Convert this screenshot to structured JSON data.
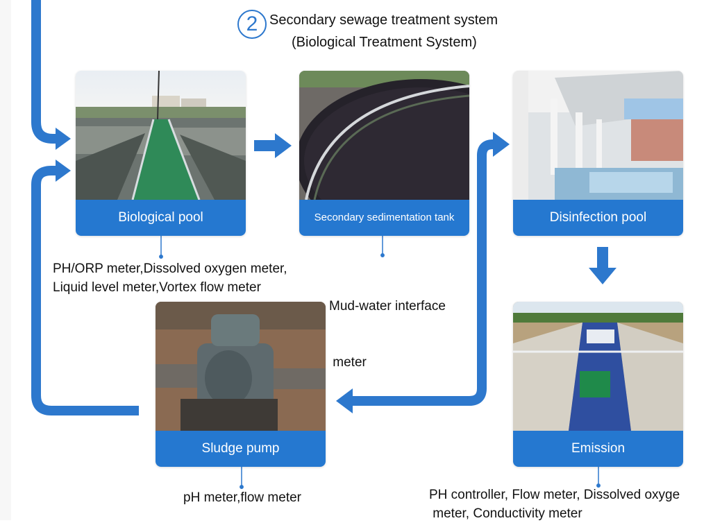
{
  "title": {
    "step_number": "2",
    "line1": "Secondary sewage treatment system",
    "line2": "(Biological Treatment System)"
  },
  "colors": {
    "primary_blue": "#2578d0",
    "arrow_blue": "#2d78cd"
  },
  "stages": {
    "biological_pool": {
      "label": "Biological pool",
      "instruments": [
        "PH/ORP meter,Dissolved oxygen meter,",
        "Liquid level meter,Vortex flow meter"
      ]
    },
    "secondary_sedimentation_tank": {
      "label": "Secondary sedimentation tank",
      "instruments": [
        "Mud-water interface",
        " meter"
      ]
    },
    "disinfection_pool": {
      "label": "Disinfection pool"
    },
    "sludge_pump": {
      "label": "Sludge pump",
      "instruments": [
        "pH meter,flow meter"
      ]
    },
    "emission": {
      "label": "Emission",
      "instruments": [
        "PH controller, Flow meter, Dissolved oxyge",
        " meter, Conductivity meter"
      ]
    }
  }
}
